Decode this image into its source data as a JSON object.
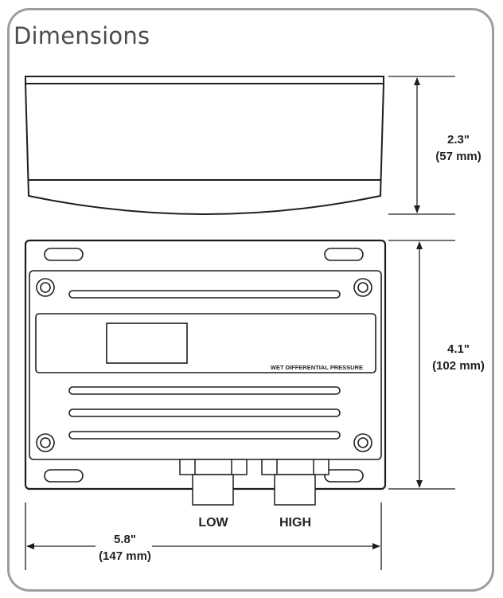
{
  "title": "Dimensions",
  "colors": {
    "frame_border": "#9a9ea3",
    "title_text": "#4a4c4f",
    "line": "#1e1e1e"
  },
  "side_view": {
    "height_inch": "2.3\"",
    "height_mm": "(57 mm)"
  },
  "front_view": {
    "label": "WET DIFFERENTIAL PRESSURE",
    "height_inch": "4.1\"",
    "height_mm": "(102 mm)",
    "width_inch": "5.8\"",
    "width_mm": "(147 mm)",
    "ports": [
      {
        "name": "low",
        "label": "LOW"
      },
      {
        "name": "high",
        "label": "HIGH"
      }
    ]
  }
}
